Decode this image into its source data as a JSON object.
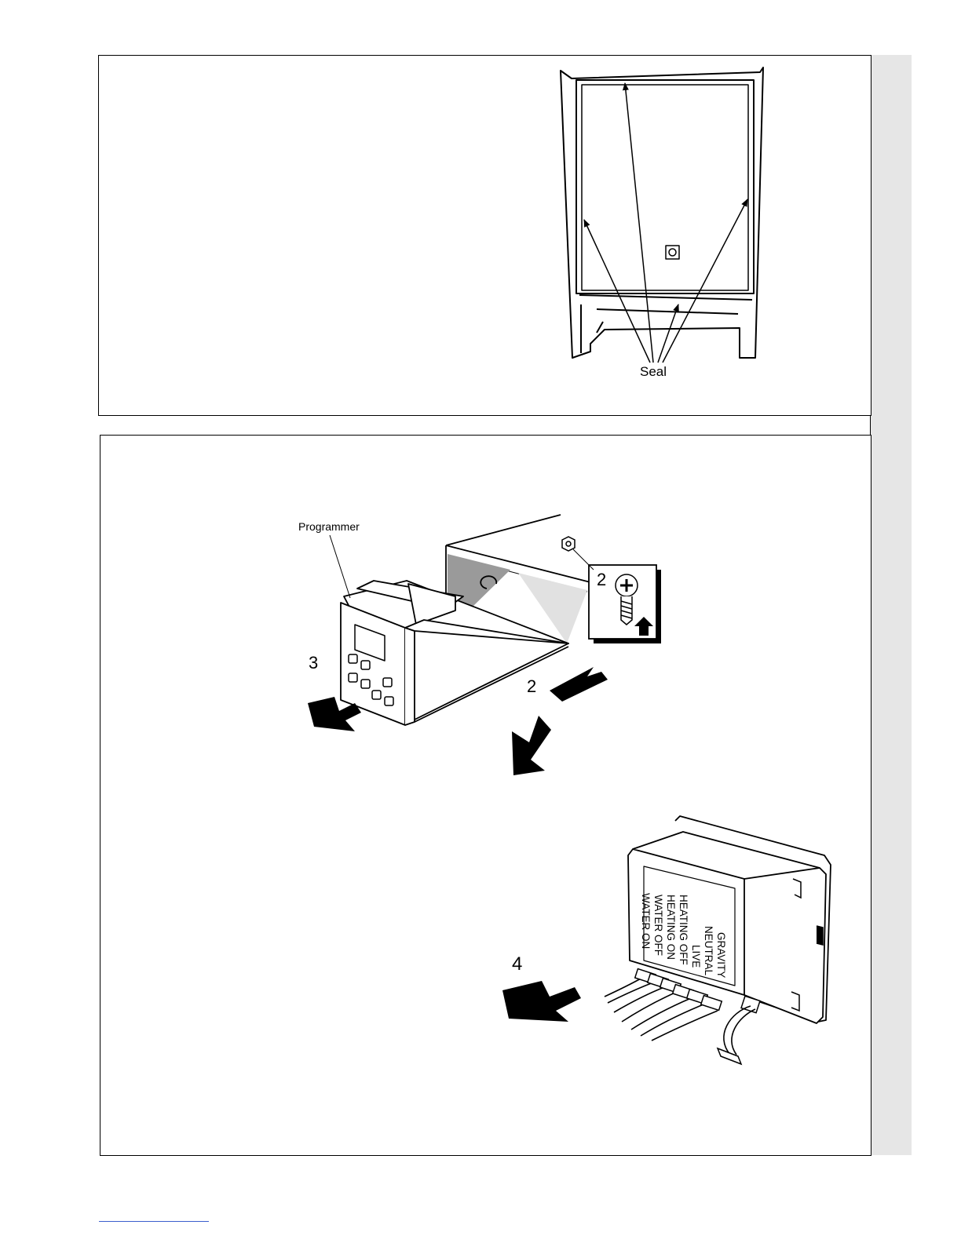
{
  "figure_top": {
    "label_seal": "Seal"
  },
  "figure_programmer": {
    "label_programmer": "Programmer",
    "step_2_inset": "2",
    "step_2": "2",
    "step_3": "3"
  },
  "figure_connector": {
    "step_4": "4",
    "terminals": [
      "GRAVITY",
      "NEUTRAL",
      "LIVE",
      "HEATING OFF",
      "HEATING ON",
      "WATER OFF",
      "WATER ON"
    ]
  }
}
